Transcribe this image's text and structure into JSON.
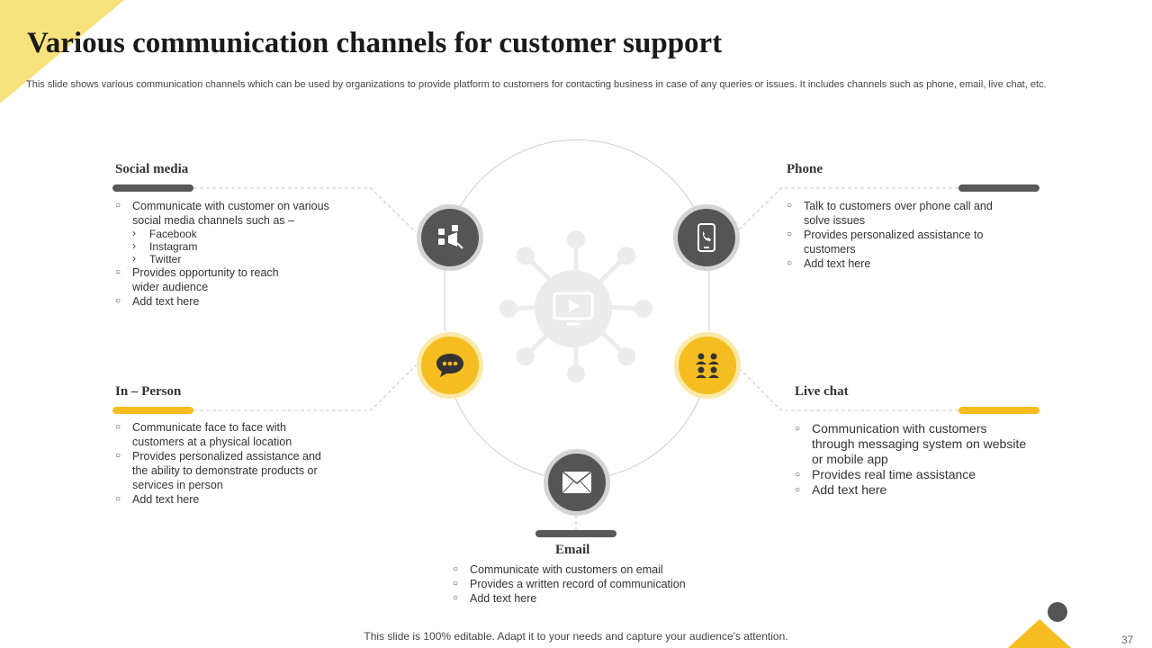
{
  "slide": {
    "title": "Various communication  channels for customer  support",
    "subtitle": "This slide shows various communication channels which can be used by organizations to provide platform to customers for contacting business in case of any queries or issues. It includes channels such as phone, email, live chat, etc.",
    "footer": "This slide is 100% editable. Adapt it to your needs and capture your audience's attention.",
    "page_number": "37"
  },
  "colors": {
    "accent": "#f5bd1f",
    "dark": "#555555",
    "pale_accent": "#f7e27e"
  },
  "sections": {
    "social_media": {
      "title": "Social media",
      "bullet1": "Communicate  with  customer on various social media channels such as –",
      "sub": [
        "Facebook",
        "Instagram",
        "Twitter"
      ],
      "bullet2": "Provides opportunity to reach wider audience",
      "bullet3": "Add text here",
      "icon": "social-media-icon"
    },
    "phone": {
      "title": "Phone",
      "bullets": [
        "Talk to customers over  phone call and solve  issues",
        "Provides  personalized  assistance to customers",
        "Add text here"
      ],
      "icon": "phone-icon"
    },
    "in_person": {
      "title": "In – Person",
      "bullets": [
        "Communicate  face to face with customers at a physical location",
        "Provides  personalized assistance and the ability to demonstrate  products or services in person",
        "Add text here"
      ],
      "icon": "chat-bubble-icon"
    },
    "live_chat": {
      "title": "Live chat",
      "bullets": [
        "Communication with customers through messaging system on website or mobile app",
        "Provides real time assistance",
        "Add text here"
      ],
      "icon": "people-group-icon"
    },
    "email": {
      "title": "Email",
      "bullets": [
        "Communicate  with customers on email",
        "Provides  a written record of communication",
        "Add text here"
      ],
      "icon": "envelope-icon"
    }
  },
  "center_icon": "network-monitor-icon"
}
